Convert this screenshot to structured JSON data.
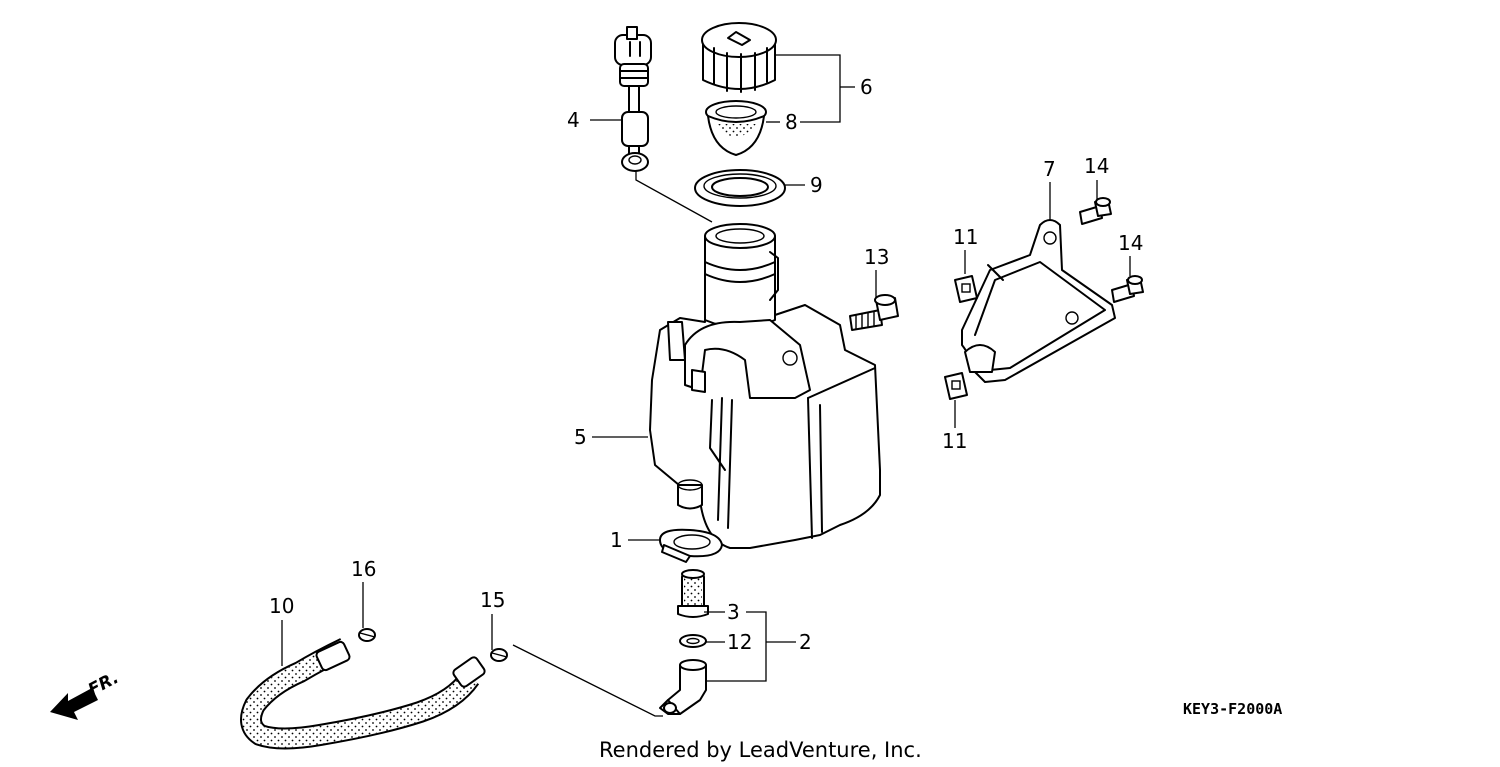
{
  "callouts": {
    "c1": "1",
    "c2": "2",
    "c3": "3",
    "c4": "4",
    "c5": "5",
    "c6": "6",
    "c7": "7",
    "c8": "8",
    "c9": "9",
    "c10": "10",
    "c11a": "11",
    "c11b": "11",
    "c12": "12",
    "c13": "13",
    "c14a": "14",
    "c14b": "14",
    "c15": "15",
    "c16": "16"
  },
  "direction_label": "FR.",
  "diagram_code": "KEY3-F2000A",
  "footer_text": "Rendered by LeadVenture, Inc."
}
